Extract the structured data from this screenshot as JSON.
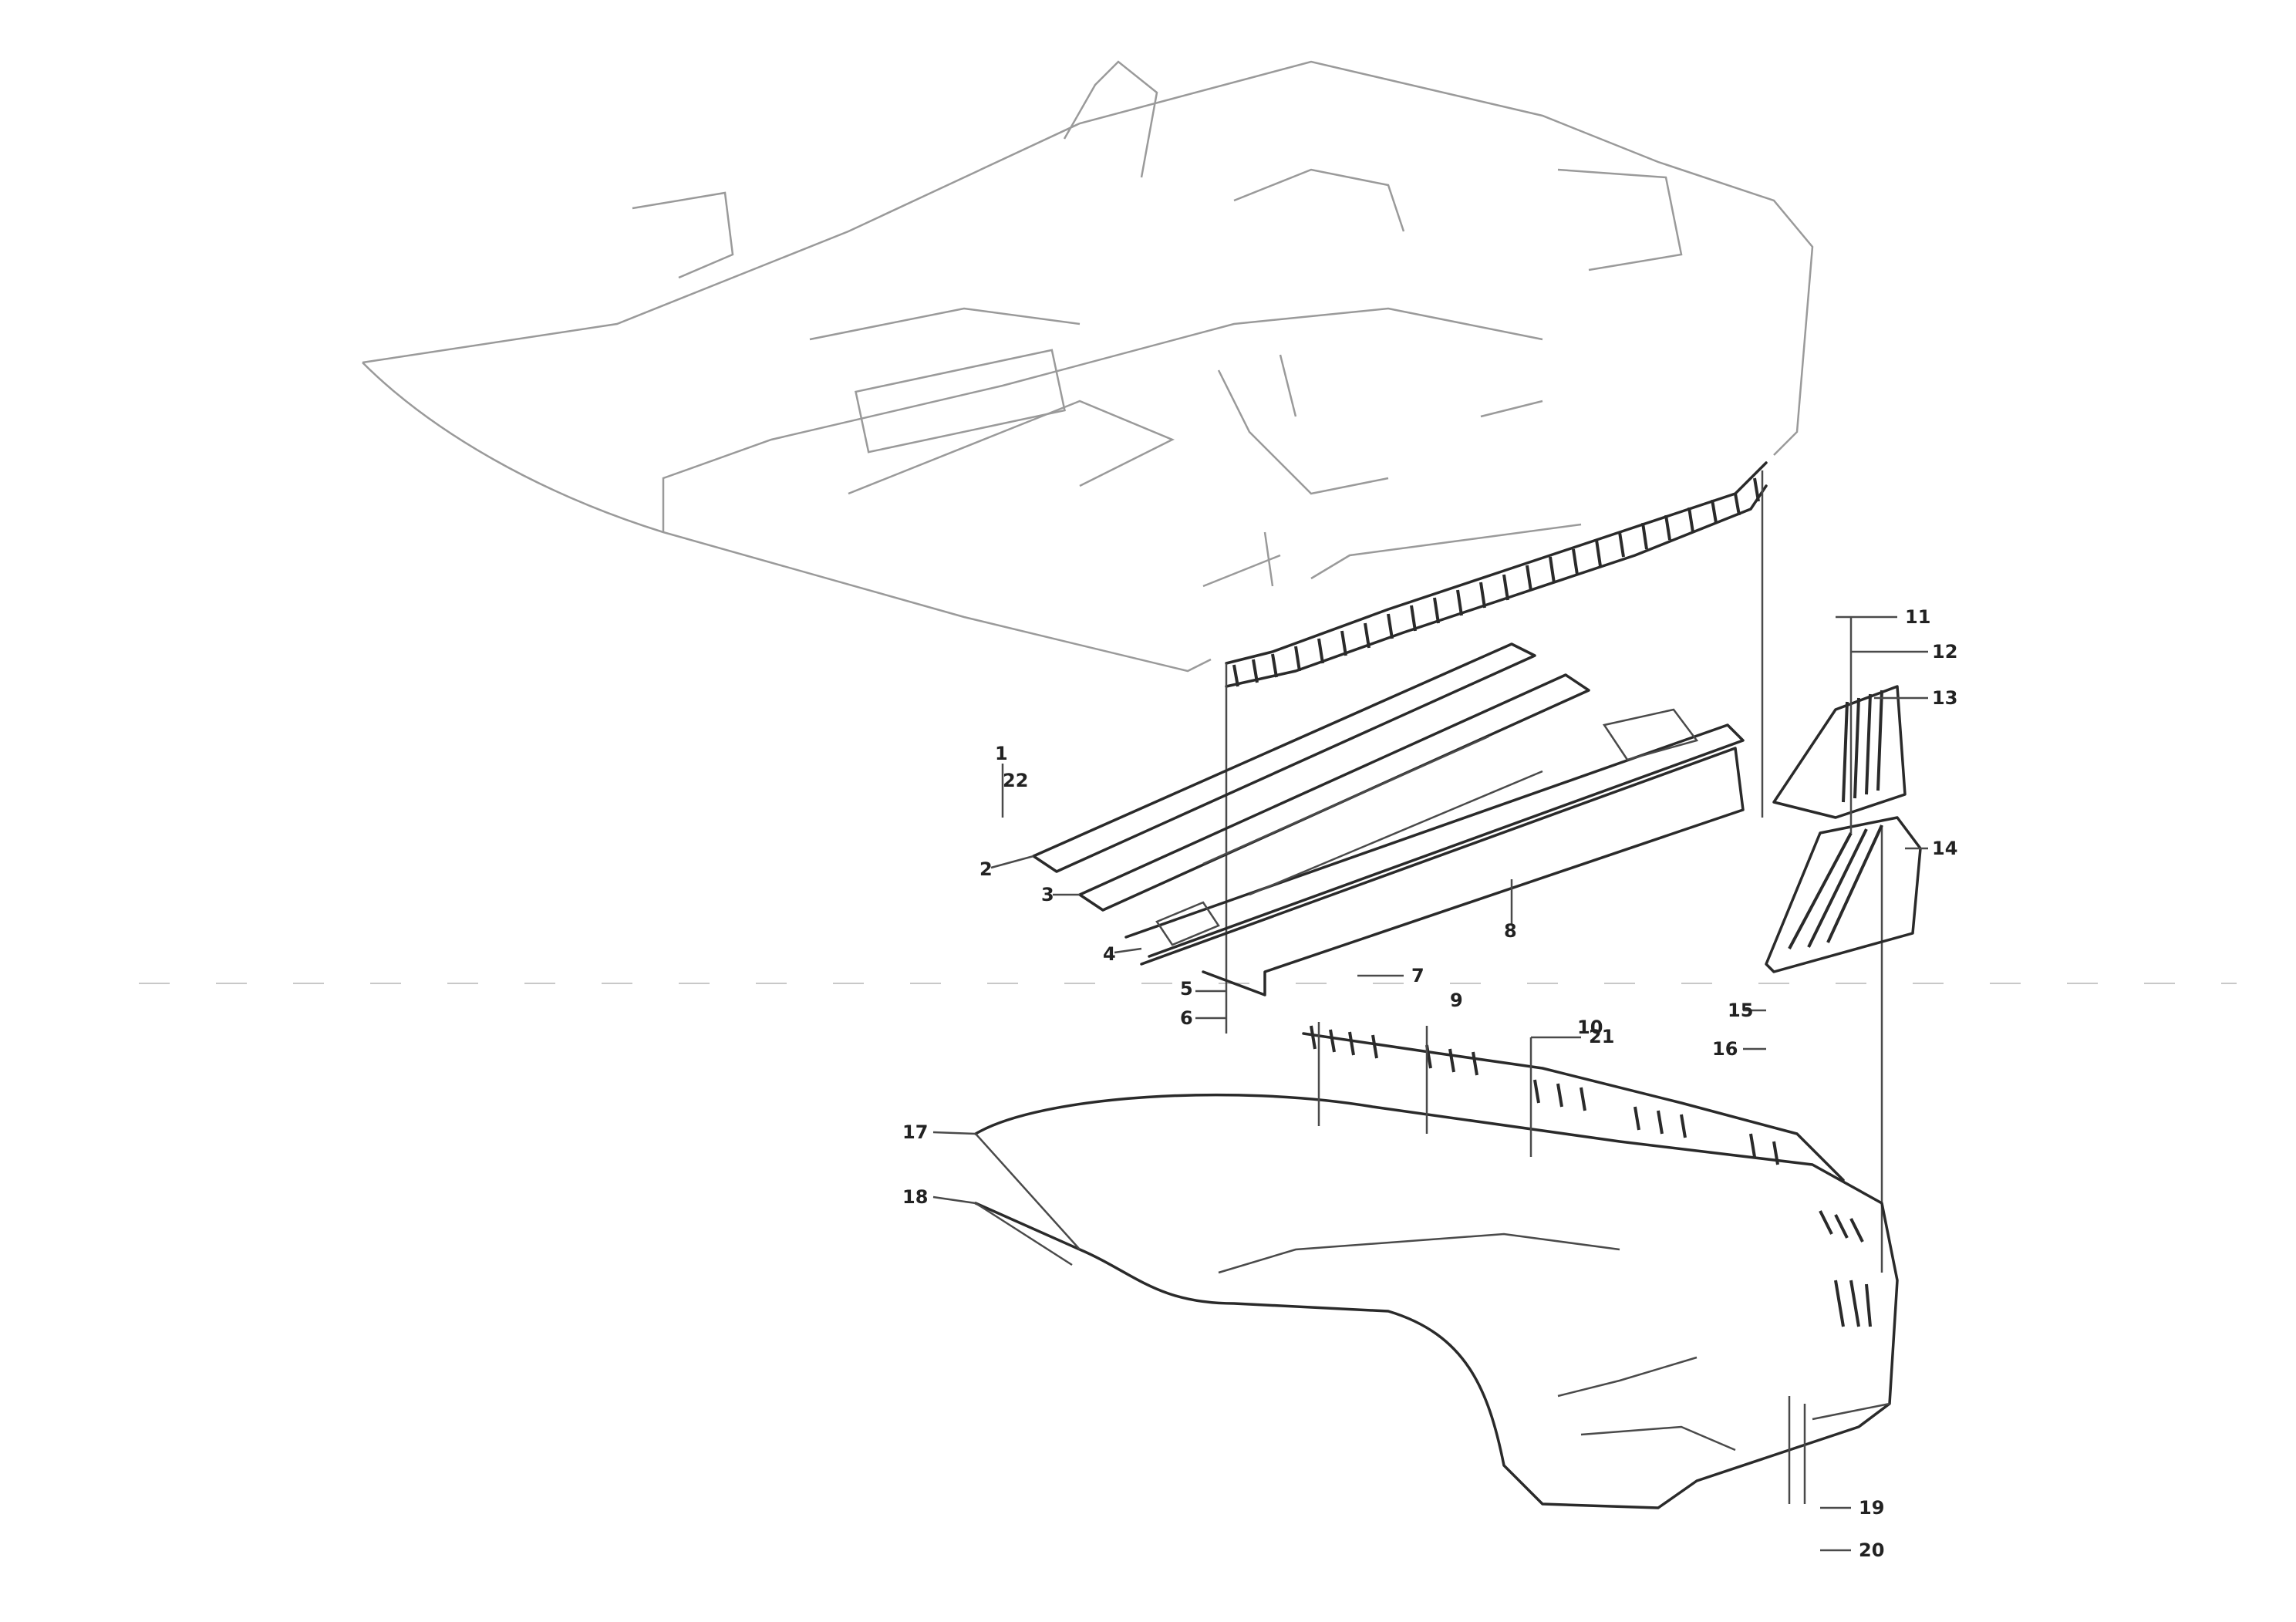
{
  "diagram": {
    "callouts": [
      {
        "id": "c1",
        "label": "1"
      },
      {
        "id": "c2",
        "label": "2"
      },
      {
        "id": "c3",
        "label": "3"
      },
      {
        "id": "c4",
        "label": "4"
      },
      {
        "id": "c5",
        "label": "5"
      },
      {
        "id": "c6",
        "label": "6"
      },
      {
        "id": "c7",
        "label": "7"
      },
      {
        "id": "c8",
        "label": "8"
      },
      {
        "id": "c9",
        "label": "9"
      },
      {
        "id": "c10",
        "label": "10"
      },
      {
        "id": "c11",
        "label": "11"
      },
      {
        "id": "c12",
        "label": "12"
      },
      {
        "id": "c13",
        "label": "13"
      },
      {
        "id": "c14",
        "label": "14"
      },
      {
        "id": "c15",
        "label": "15"
      },
      {
        "id": "c16",
        "label": "16"
      },
      {
        "id": "c17",
        "label": "17"
      },
      {
        "id": "c18",
        "label": "18"
      },
      {
        "id": "c19",
        "label": "19"
      },
      {
        "id": "c20",
        "label": "20"
      },
      {
        "id": "c21",
        "label": "21"
      },
      {
        "id": "c22",
        "label": "22"
      }
    ],
    "reference": {
      "line1": "",
      "line2": "",
      "code": ""
    }
  }
}
